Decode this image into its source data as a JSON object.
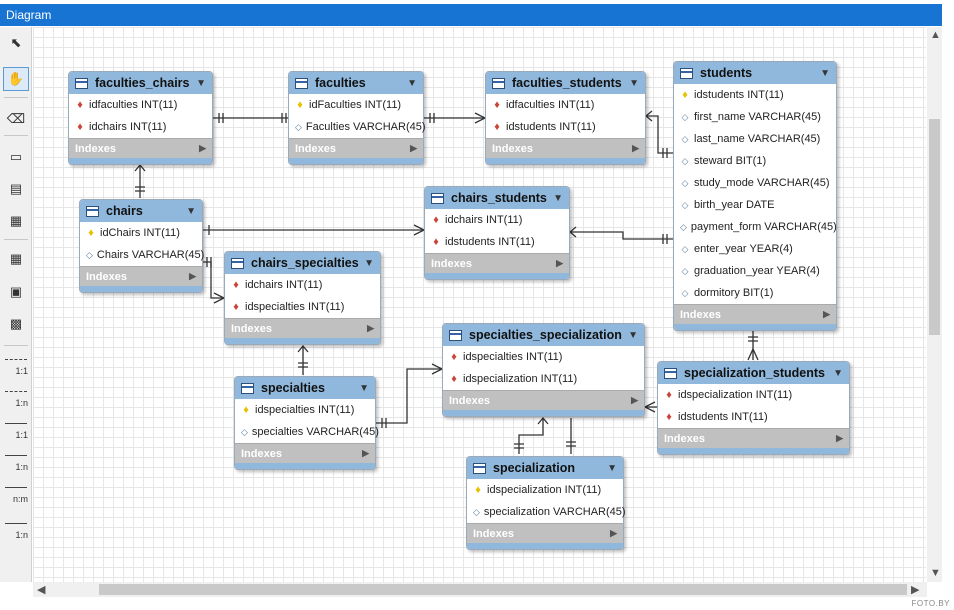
{
  "window": {
    "title": "Diagram"
  },
  "toolbar": {
    "tools": [
      {
        "icon": "pointer-icon",
        "glyph": "⬉"
      },
      {
        "icon": "hand-icon",
        "glyph": "✋"
      },
      {
        "icon": "eraser-icon",
        "glyph": "⌫"
      },
      {
        "icon": "layer-icon",
        "glyph": "▭"
      },
      {
        "icon": "note-icon",
        "glyph": "▤"
      },
      {
        "icon": "image-icon",
        "glyph": "▦"
      },
      {
        "icon": "new-table-icon",
        "glyph": "▦"
      },
      {
        "icon": "new-view-icon",
        "glyph": "▣"
      },
      {
        "icon": "routine-group-icon",
        "glyph": "▩"
      }
    ],
    "relationships": [
      "1:1",
      "1:n",
      "1:1",
      "1:n",
      "n:m",
      "1:n"
    ]
  },
  "indexes_label": "Indexes",
  "tables": {
    "faculties_chairs": {
      "name": "faculties_chairs",
      "columns": [
        {
          "icon": "fk",
          "text": "idfaculties INT(11)"
        },
        {
          "icon": "fk",
          "text": "idchairs INT(11)"
        }
      ]
    },
    "faculties": {
      "name": "faculties",
      "columns": [
        {
          "icon": "pk",
          "text": "idFaculties INT(11)"
        },
        {
          "icon": "attr",
          "text": "Faculties VARCHAR(45)"
        }
      ]
    },
    "faculties_students": {
      "name": "faculties_students",
      "columns": [
        {
          "icon": "fk",
          "text": "idfaculties INT(11)"
        },
        {
          "icon": "fk",
          "text": "idstudents INT(11)"
        }
      ]
    },
    "students": {
      "name": "students",
      "columns": [
        {
          "icon": "pk",
          "text": "idstudents INT(11)"
        },
        {
          "icon": "attr",
          "text": "first_name VARCHAR(45)"
        },
        {
          "icon": "attr",
          "text": "last_name VARCHAR(45)"
        },
        {
          "icon": "attr",
          "text": "steward BIT(1)"
        },
        {
          "icon": "attr",
          "text": "study_mode VARCHAR(45)"
        },
        {
          "icon": "attr",
          "text": "birth_year DATE"
        },
        {
          "icon": "attr",
          "text": "payment_form VARCHAR(45)"
        },
        {
          "icon": "attr",
          "text": "enter_year YEAR(4)"
        },
        {
          "icon": "attr",
          "text": "graduation_year YEAR(4)"
        },
        {
          "icon": "attr",
          "text": "dormitory BIT(1)"
        }
      ]
    },
    "chairs": {
      "name": "chairs",
      "columns": [
        {
          "icon": "pk",
          "text": "idChairs INT(11)"
        },
        {
          "icon": "attr",
          "text": "Chairs VARCHAR(45)"
        }
      ]
    },
    "chairs_students": {
      "name": "chairs_students",
      "columns": [
        {
          "icon": "fk",
          "text": "idchairs INT(11)"
        },
        {
          "icon": "fk",
          "text": "idstudents INT(11)"
        }
      ]
    },
    "chairs_specialties": {
      "name": "chairs_specialties",
      "columns": [
        {
          "icon": "fk",
          "text": "idchairs INT(11)"
        },
        {
          "icon": "fk",
          "text": "idspecialties INT(11)"
        }
      ]
    },
    "specialties_specialization": {
      "name": "specialties_specialization",
      "columns": [
        {
          "icon": "fk",
          "text": "idspecialties INT(11)"
        },
        {
          "icon": "fk",
          "text": "idspecialization INT(11)"
        }
      ]
    },
    "specialization_students": {
      "name": "specialization_students",
      "columns": [
        {
          "icon": "fk",
          "text": "idspecialization INT(11)"
        },
        {
          "icon": "fk",
          "text": "idstudents INT(11)"
        }
      ]
    },
    "specialties": {
      "name": "specialties",
      "columns": [
        {
          "icon": "pk",
          "text": "idspecialties INT(11)"
        },
        {
          "icon": "attr",
          "text": "specialties VARCHAR(45)"
        }
      ]
    },
    "specialization": {
      "name": "specialization",
      "columns": [
        {
          "icon": "pk",
          "text": "idspecialization INT(11)"
        },
        {
          "icon": "attr",
          "text": "specialization VARCHAR(45)"
        }
      ]
    }
  },
  "watermark": "FOTO.BY"
}
